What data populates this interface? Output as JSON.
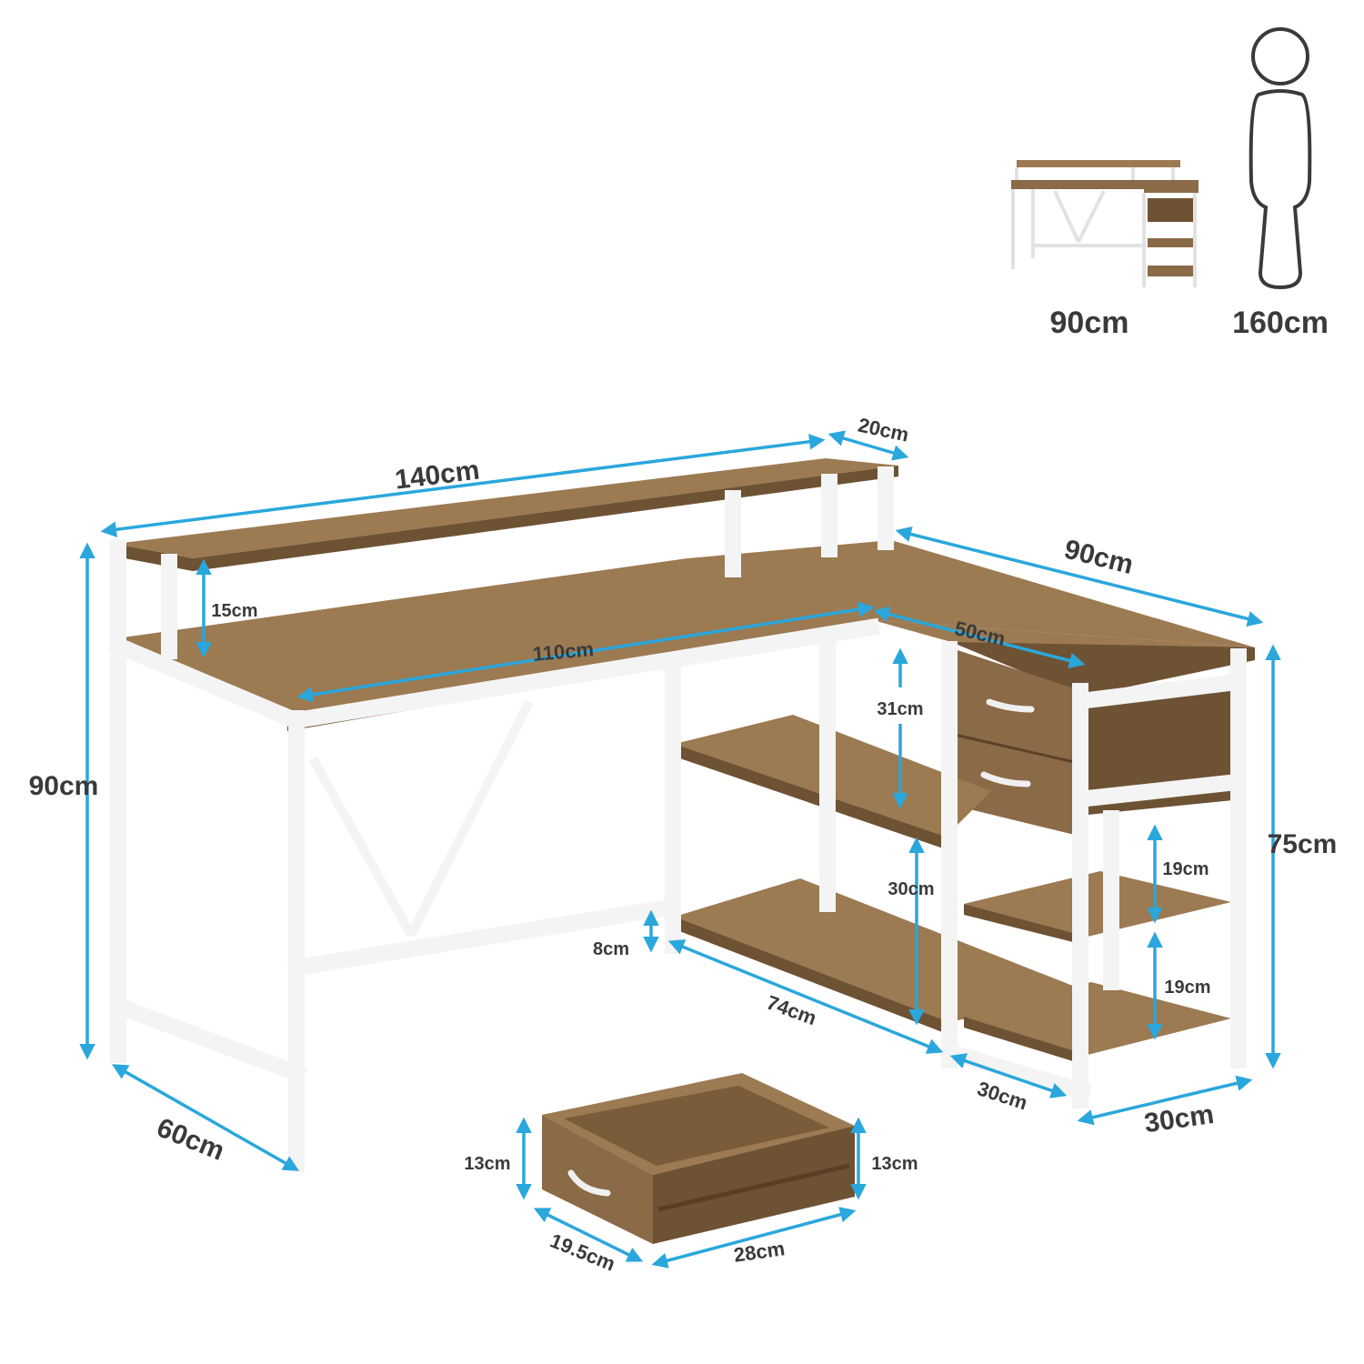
{
  "reference": {
    "desk_height": "90cm",
    "person_height": "160cm"
  },
  "dimensions": {
    "total_width": "140cm",
    "shelf_depth": "20cm",
    "return_length": "90cm",
    "total_height": "90cm",
    "riser_height": "15cm",
    "desk_width_inner": "110cm",
    "drawer_width": "50cm",
    "shelf_gap_upper": "31cm",
    "shelf_gap_lower": "30cm",
    "bottom_clearance": "8cm",
    "side_shelf_gap_upper": "19cm",
    "side_shelf_gap_lower": "19cm",
    "cabinet_height": "75cm",
    "desk_depth": "60cm",
    "shelf_length": "74cm",
    "cabinet_depth": "30cm",
    "cabinet_width": "30cm",
    "drawer_height_left": "13cm",
    "drawer_height_right": "13cm",
    "drawer_depth": "19.5cm",
    "drawer_length": "28cm"
  },
  "colors": {
    "dimension_arrow": "#2aa7dc",
    "wood": "#8a6a47",
    "frame": "#f4f4f4",
    "label_text": "#3a3a3a"
  }
}
